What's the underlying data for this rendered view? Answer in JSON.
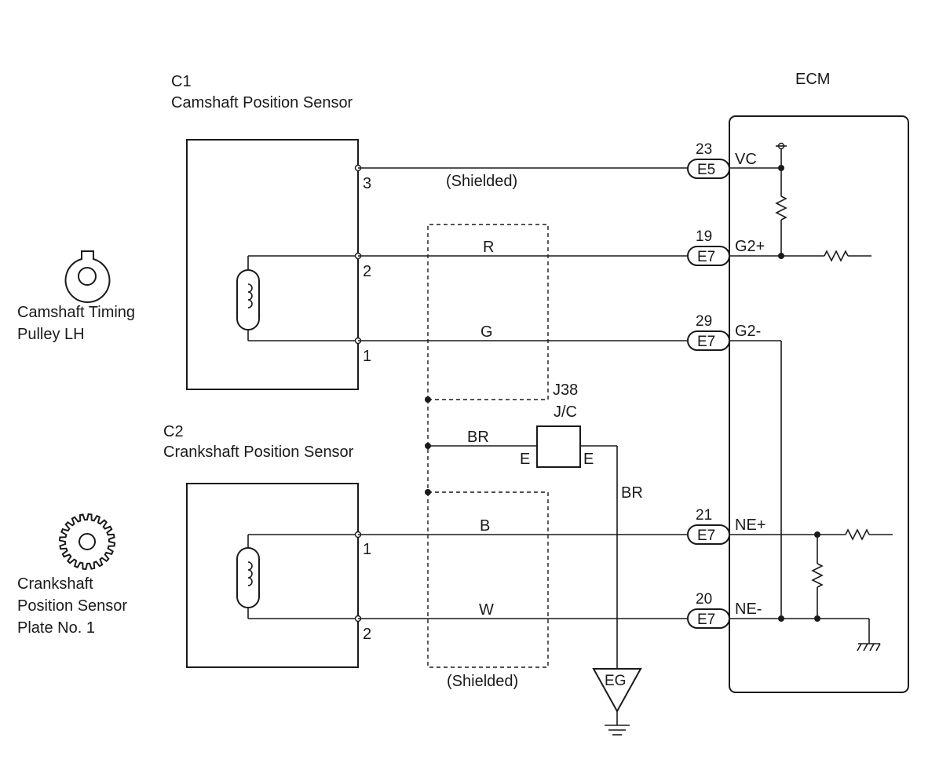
{
  "c1": {
    "id": "C1",
    "name": "Camshaft Position Sensor",
    "pins": [
      "3",
      "2",
      "1"
    ]
  },
  "c2": {
    "id": "C2",
    "name": "Crankshaft Position Sensor",
    "pins": [
      "1",
      "2"
    ]
  },
  "cam_pulley": {
    "line1": "Camshaft Timing",
    "line2": "Pulley LH"
  },
  "crank_plate": {
    "line1": "Crankshaft",
    "line2": "Position Sensor",
    "line3": "Plate No. 1"
  },
  "ecm": {
    "label": "ECM",
    "terminals": [
      {
        "pin": "23",
        "connector": "E5",
        "signal": "VC"
      },
      {
        "pin": "19",
        "connector": "E7",
        "signal": "G2+"
      },
      {
        "pin": "29",
        "connector": "E7",
        "signal": "G2-"
      },
      {
        "pin": "21",
        "connector": "E7",
        "signal": "NE+"
      },
      {
        "pin": "20",
        "connector": "E7",
        "signal": "NE-"
      }
    ]
  },
  "wires": {
    "shielded_top": "(Shielded)",
    "shielded_bottom": "(Shielded)",
    "r": "R",
    "g": "G",
    "br": "BR",
    "br_down": "BR",
    "b": "B",
    "w": "W"
  },
  "jc": {
    "id": "J38",
    "name": "J/C",
    "left": "E",
    "right": "E"
  },
  "ground": {
    "label": "EG"
  }
}
